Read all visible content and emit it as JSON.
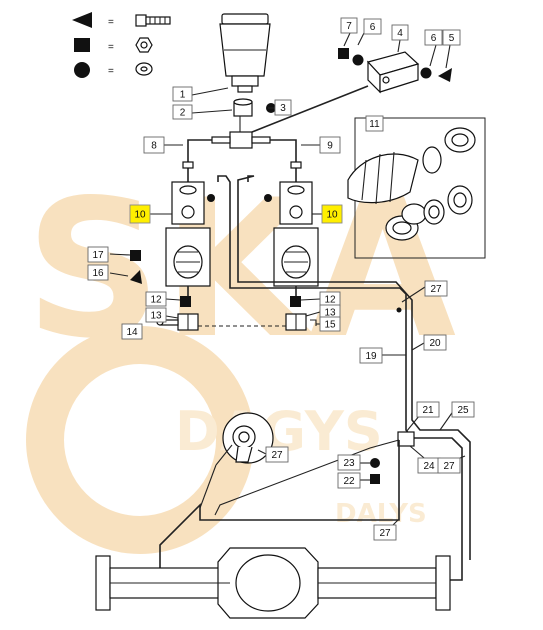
{
  "colors": {
    "watermark": "#f3c98b",
    "highlight": "#ffef00",
    "line": "#222222"
  },
  "legend": [
    {
      "symbol": "triangle",
      "equals": "=",
      "hardware": "bolt"
    },
    {
      "symbol": "square",
      "equals": "=",
      "hardware": "nut"
    },
    {
      "symbol": "circle",
      "equals": "=",
      "hardware": "washer"
    }
  ],
  "watermark": {
    "logo_text": "SKA",
    "brand_main": "DAGYS",
    "brand_sub": "DALYS"
  },
  "callouts": [
    {
      "id": "c1",
      "text": "1",
      "highlight": false
    },
    {
      "id": "c2",
      "text": "2",
      "highlight": false
    },
    {
      "id": "c3",
      "text": "3",
      "highlight": false
    },
    {
      "id": "c4",
      "text": "4",
      "highlight": false
    },
    {
      "id": "c5",
      "text": "5",
      "highlight": false
    },
    {
      "id": "c6a",
      "text": "6",
      "highlight": false
    },
    {
      "id": "c6b",
      "text": "6",
      "highlight": false
    },
    {
      "id": "c7",
      "text": "7",
      "highlight": false
    },
    {
      "id": "c8",
      "text": "8",
      "highlight": false
    },
    {
      "id": "c9",
      "text": "9",
      "highlight": false
    },
    {
      "id": "c10a",
      "text": "10",
      "highlight": true
    },
    {
      "id": "c10b",
      "text": "10",
      "highlight": true
    },
    {
      "id": "c11",
      "text": "11",
      "highlight": false
    },
    {
      "id": "c12a",
      "text": "12",
      "highlight": false
    },
    {
      "id": "c12b",
      "text": "12",
      "highlight": false
    },
    {
      "id": "c13a",
      "text": "13",
      "highlight": false
    },
    {
      "id": "c13b",
      "text": "13",
      "highlight": false
    },
    {
      "id": "c14",
      "text": "14",
      "highlight": false
    },
    {
      "id": "c15",
      "text": "15",
      "highlight": false
    },
    {
      "id": "c16",
      "text": "16",
      "highlight": false
    },
    {
      "id": "c17",
      "text": "17",
      "highlight": false
    },
    {
      "id": "c19",
      "text": "19",
      "highlight": false
    },
    {
      "id": "c20",
      "text": "20",
      "highlight": false
    },
    {
      "id": "c21",
      "text": "21",
      "highlight": false
    },
    {
      "id": "c22",
      "text": "22",
      "highlight": false
    },
    {
      "id": "c23",
      "text": "23",
      "highlight": false
    },
    {
      "id": "c24",
      "text": "24",
      "highlight": false
    },
    {
      "id": "c25",
      "text": "25",
      "highlight": false
    },
    {
      "id": "c27a",
      "text": "27",
      "highlight": false
    },
    {
      "id": "c27b",
      "text": "27",
      "highlight": false
    },
    {
      "id": "c27c",
      "text": "27",
      "highlight": false
    },
    {
      "id": "c27d",
      "text": "27",
      "highlight": false
    }
  ]
}
